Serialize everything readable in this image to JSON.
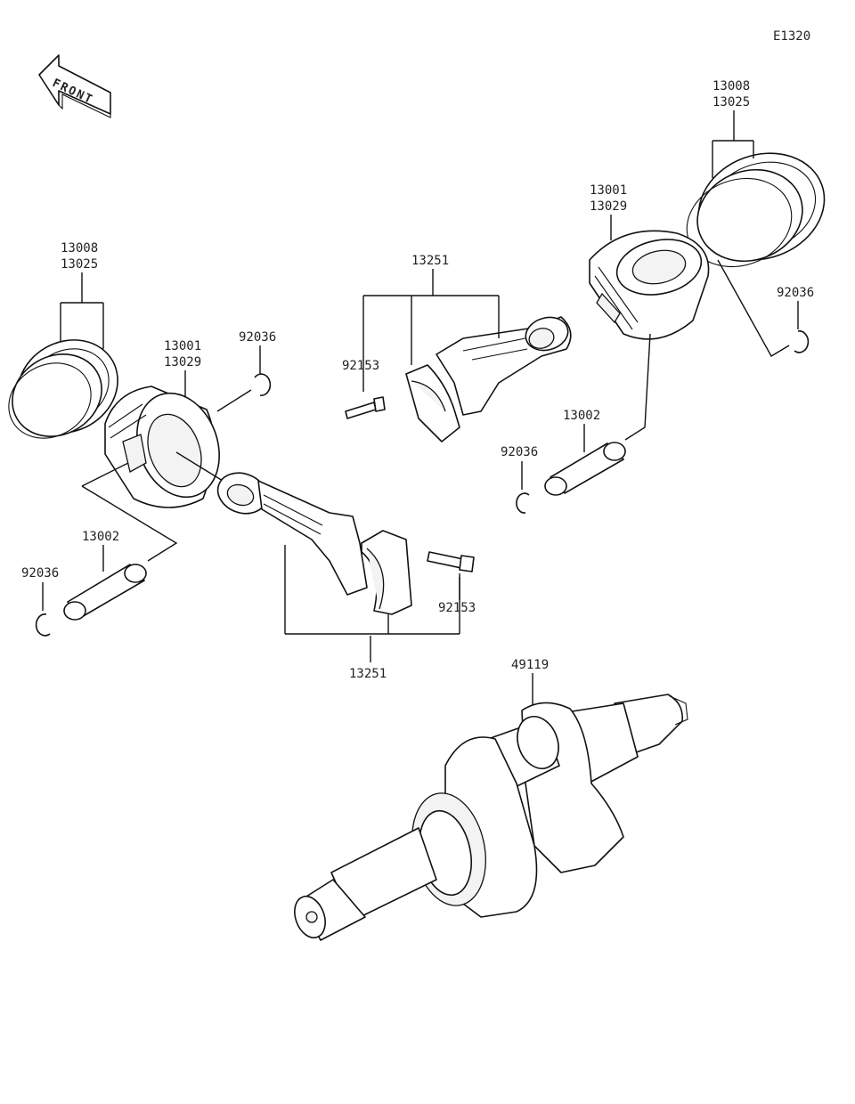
{
  "diagram": {
    "code": "E1320",
    "front_label": "FRONT",
    "labels": {
      "rings_right": [
        "13008",
        "13025"
      ],
      "piston_right": [
        "13001",
        "13029"
      ],
      "rod_right": "13251",
      "clip_right_top": "92036",
      "bolt_right": "92153",
      "pin_right": "13002",
      "clip_right_mid": "92036",
      "rings_left": [
        "13008",
        "13025"
      ],
      "piston_left": [
        "13001",
        "13029"
      ],
      "clip_left_top": "92036",
      "pin_left": "13002",
      "clip_left": "92036",
      "bolt_left": "92153",
      "rod_left": "13251",
      "crankshaft": "49119"
    }
  }
}
